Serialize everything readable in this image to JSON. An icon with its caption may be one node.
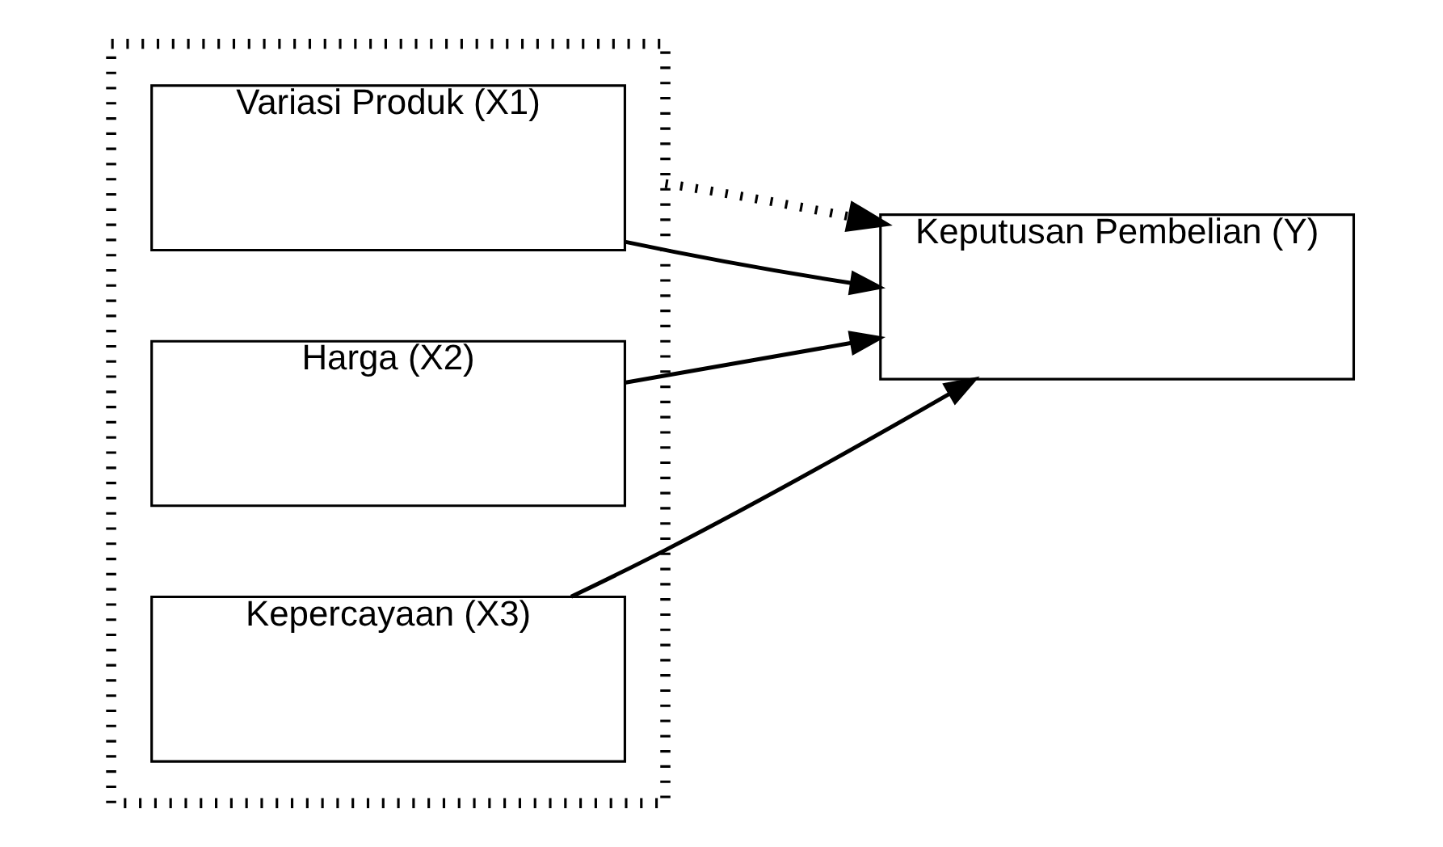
{
  "diagram": {
    "nodes": [
      {
        "text": [],
        "shape": "box"
      },
      {
        "text": [
          "Variasi Produk (X1)"
        ],
        "in": 0
      },
      {
        "text": [
          "Harga (X2)"
        ],
        "in": 0
      },
      {
        "text": [
          "Kepercayaan (X3)"
        ],
        "in": 0
      },
      {
        "text": [
          "Keputusan Pembelian (Y)"
        ]
      }
    ],
    "edges": [
      {
        "from": 1,
        "to": 4,
        "arrow": "to"
      },
      {
        "from": 2,
        "to": 4,
        "arrow": "to"
      },
      {
        "from": 3,
        "to": 4,
        "arrow": "to"
      },
      {
        "from": 0,
        "to": 4,
        "arrow": "to",
        "style": "dashed"
      }
    ]
  }
}
